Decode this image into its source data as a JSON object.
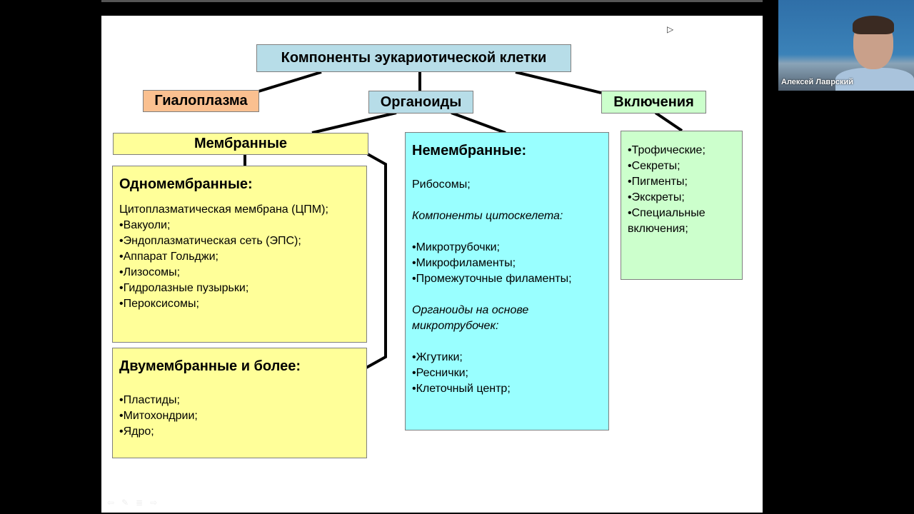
{
  "slide": {
    "title": "Компоненты эукариотической клетки",
    "hyaloplasm": "Гиалоплазма",
    "organelles": "Органоиды",
    "inclusions": "Включения",
    "membrane": "Мембранные",
    "single": {
      "title": "Одномембранные:",
      "items": [
        "Цитоплазматическая мембрана (ЦПМ);",
        "•Вакуоли;",
        "•Эндоплазматическая сеть (ЭПС);",
        "•Аппарат Гольджи;",
        "•Лизосомы;",
        "•Гидролазные пузырьки;",
        "•Пероксисомы;"
      ]
    },
    "double": {
      "title": "Двумембранные и более:",
      "items": [
        "•Пластиды;",
        "•Митохондрии;",
        "•Ядро;"
      ]
    },
    "nonmembrane": {
      "title": "Немембранные:",
      "ribosomes": "Рибосомы;",
      "cyto_title": "Компоненты цитоскелета:",
      "cyto_items": [
        "•Микротрубочки;",
        "•Микрофиламенты;",
        "•Промежуточные филаменты;"
      ],
      "mt_title": "Органоиды на основе микротрубочек:",
      "mt_items": [
        "•Жгутики;",
        "•Реснички;",
        "•Клеточный центр;"
      ]
    },
    "inclusions_list": [
      "•Трофические;",
      "•Секреты;",
      "•Пигменты;",
      "•Экскреты;",
      "•Специальные включения;"
    ]
  },
  "video": {
    "participant_name": "Алексей Лаврский"
  },
  "colors": {
    "title": "#b7dde8",
    "hyaloplasm": "#fac090",
    "yellow": "#ffff99",
    "cyan": "#99ffff",
    "green": "#ccffcc"
  }
}
